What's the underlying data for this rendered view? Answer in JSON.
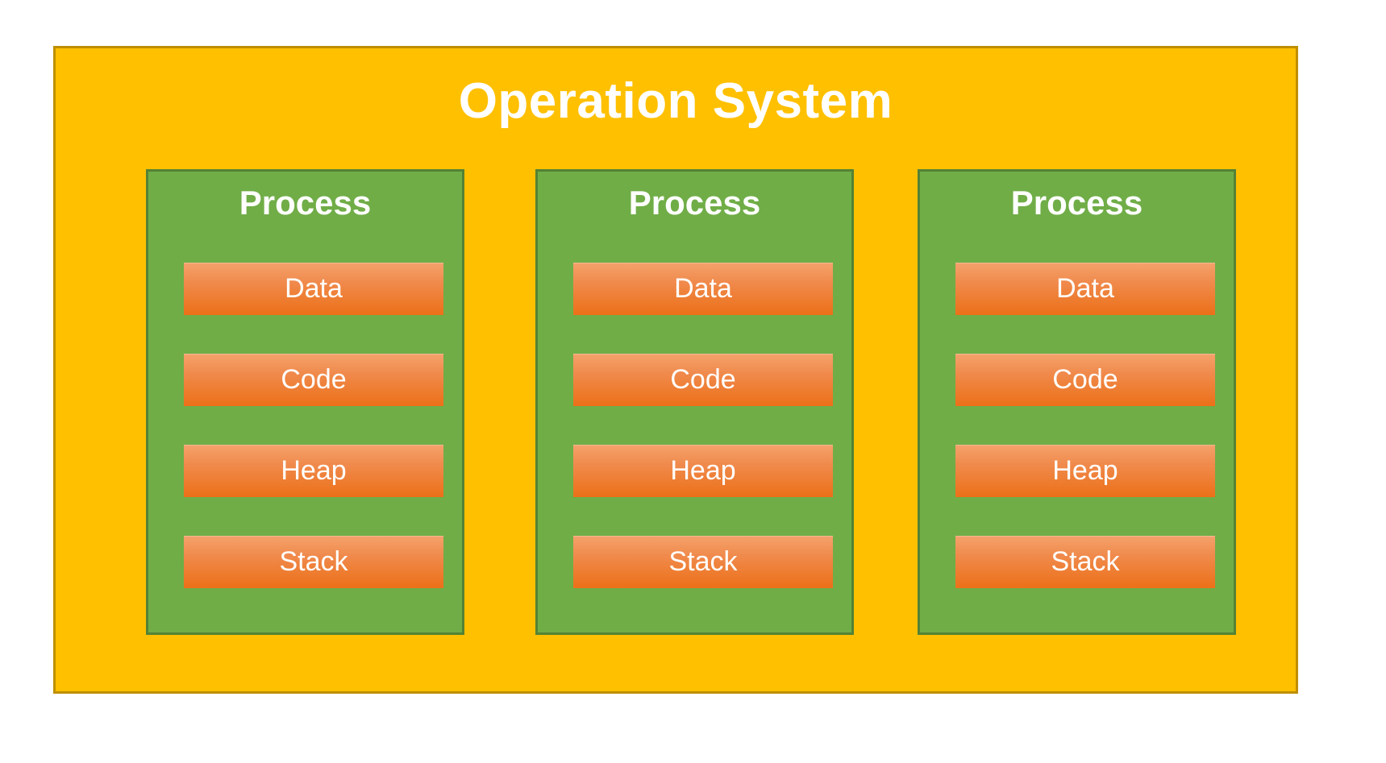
{
  "os": {
    "title": "Operation System"
  },
  "processes": [
    {
      "title": "Process",
      "segments": [
        "Data",
        "Code",
        "Heap",
        "Stack"
      ]
    },
    {
      "title": "Process",
      "segments": [
        "Data",
        "Code",
        "Heap",
        "Stack"
      ]
    },
    {
      "title": "Process",
      "segments": [
        "Data",
        "Code",
        "Heap",
        "Stack"
      ]
    }
  ],
  "colors": {
    "os_fill": "#FFC000",
    "os_border": "#BF8F00",
    "process_fill": "#70AD47",
    "process_border": "#548235",
    "segment_gradient_top": "#F5A26C",
    "segment_gradient_bottom": "#EC7018",
    "text": "#FFFFFF"
  }
}
